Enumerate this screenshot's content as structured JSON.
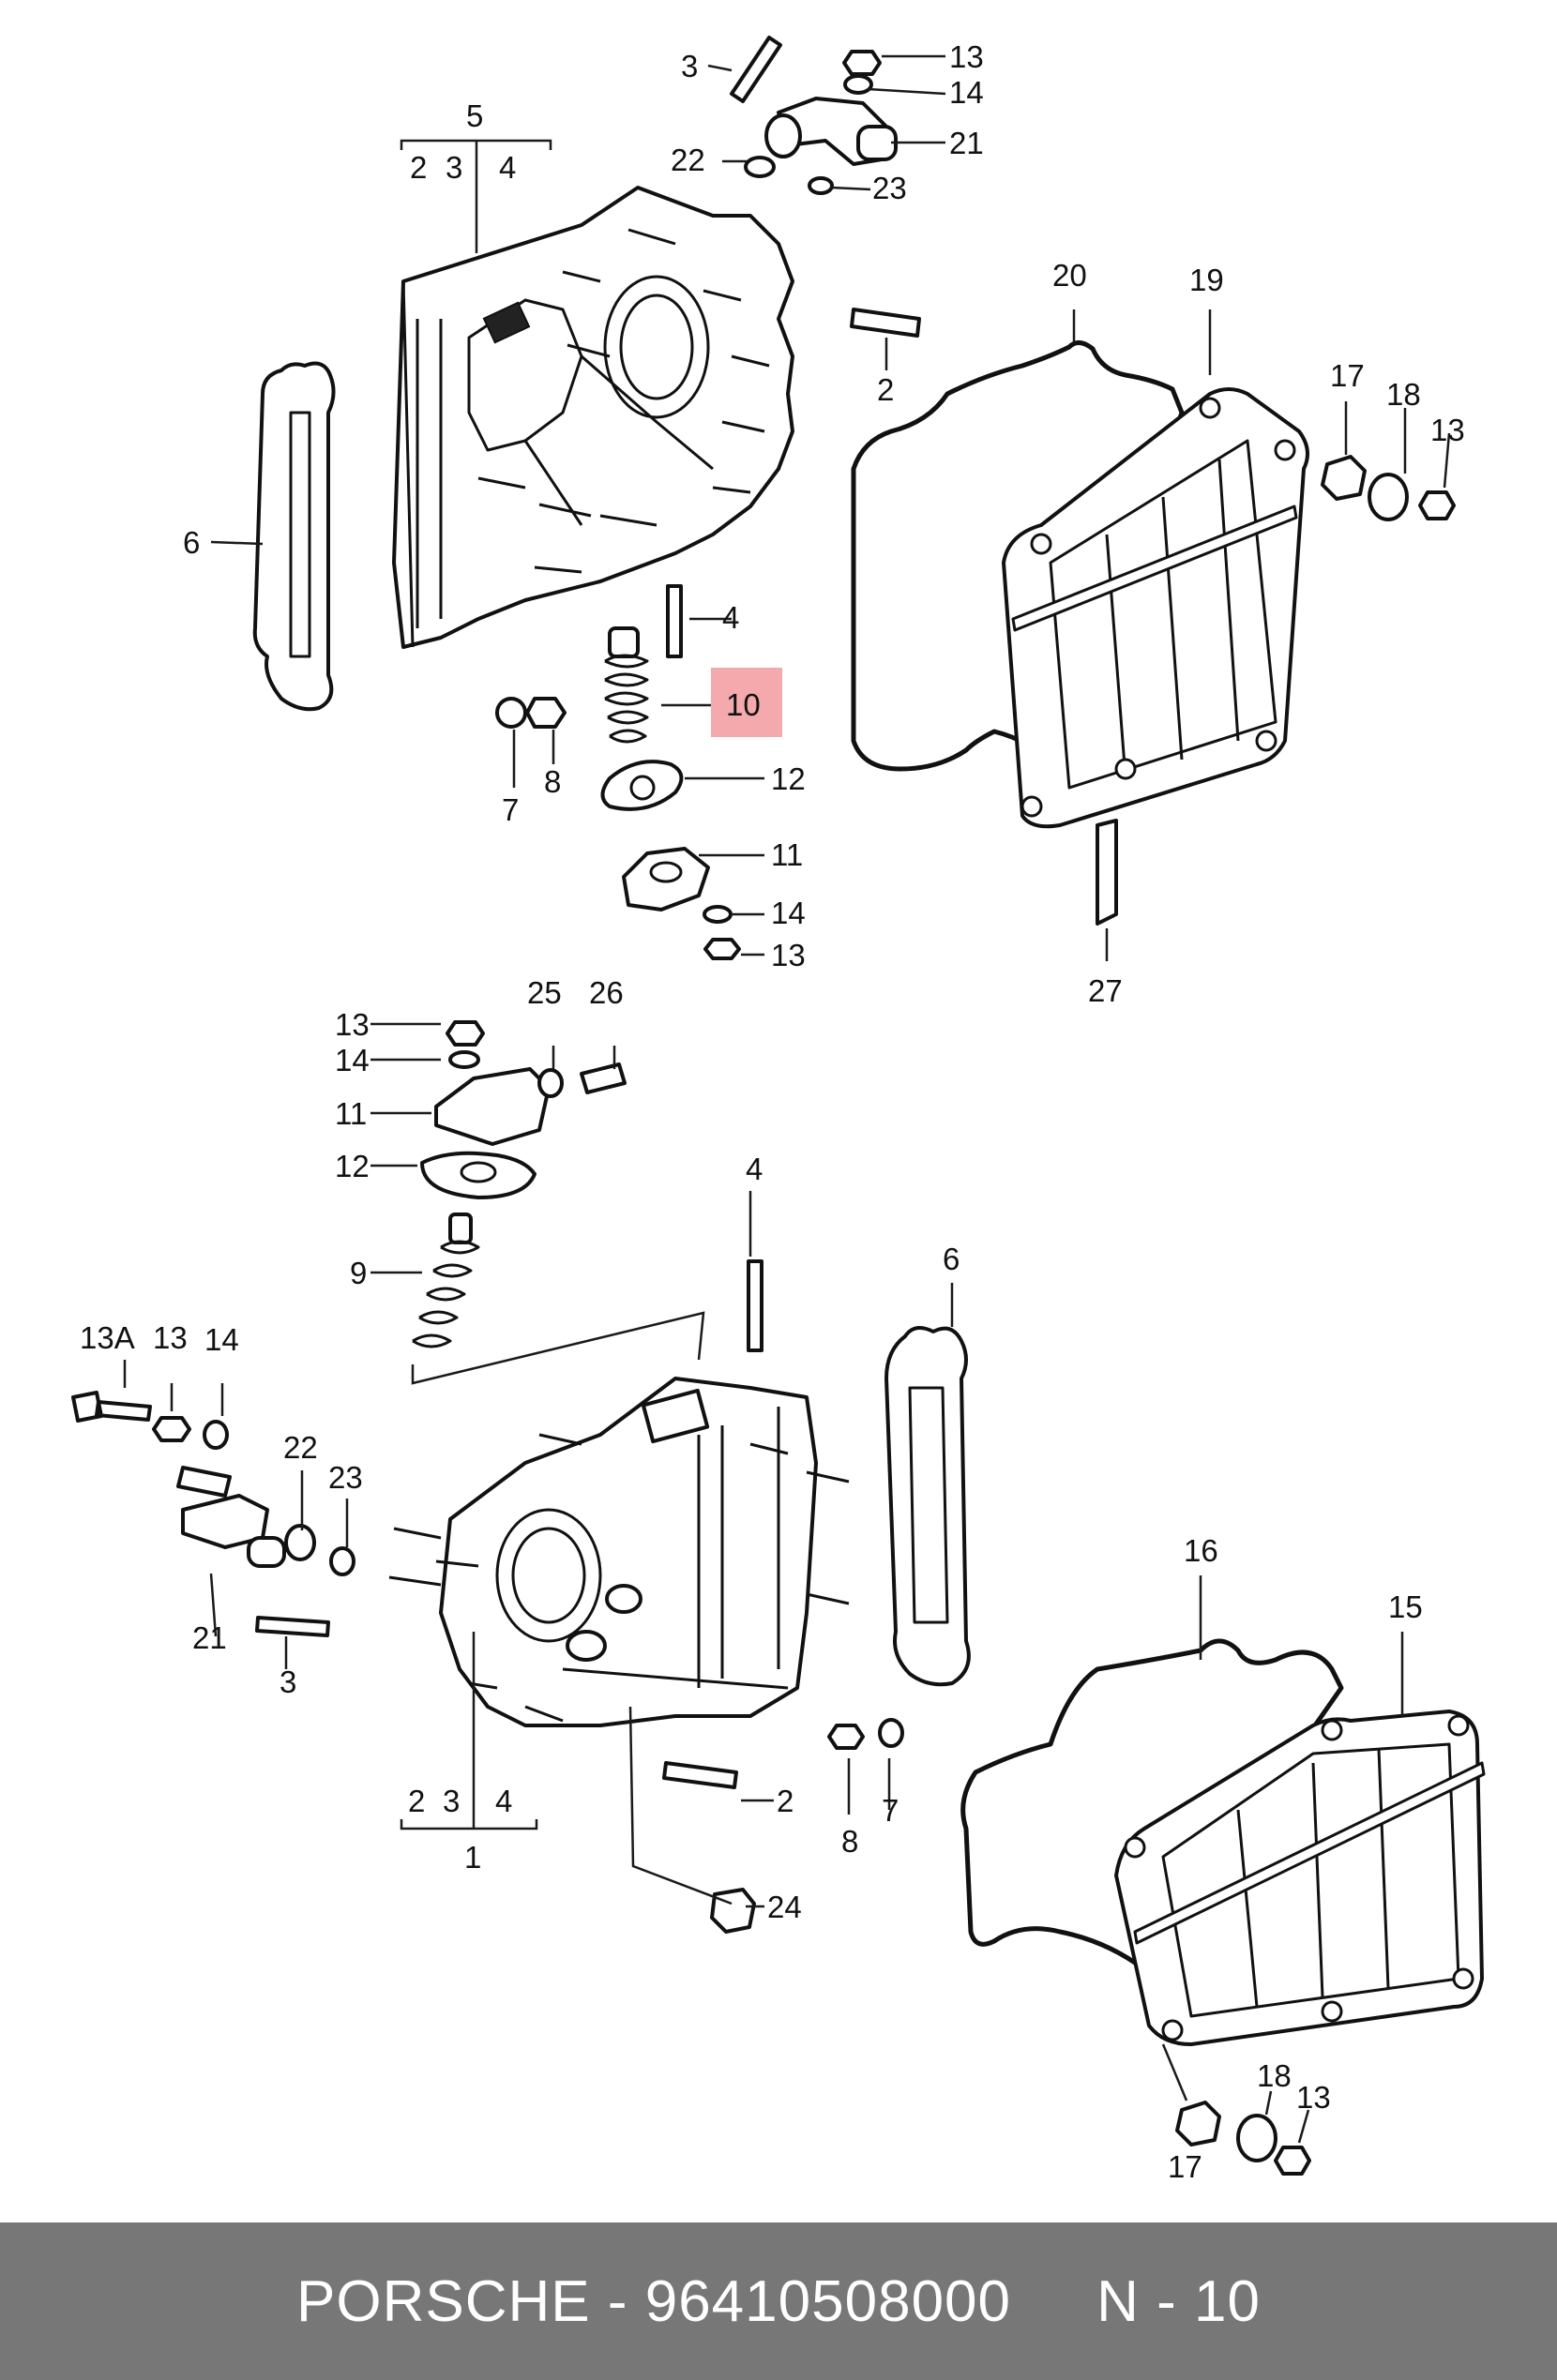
{
  "footer": {
    "brand": "PORSCHE",
    "part_number": "96410508000",
    "position": "N - 10",
    "full_text": "PORSCHE - 96410508000     N - 10"
  },
  "highlight_color": "#f4a9ad",
  "callouts": [
    "3",
    "13",
    "14",
    "21",
    "22",
    "23",
    "5",
    "2",
    "3",
    "4",
    "20",
    "19",
    "2",
    "17",
    "18",
    "13",
    "6",
    "4",
    "10",
    "7",
    "8",
    "12",
    "11",
    "14",
    "13",
    "27",
    "13",
    "25",
    "26",
    "14",
    "11",
    "12",
    "4",
    "9",
    "6",
    "13A",
    "13",
    "14",
    "22",
    "23",
    "21",
    "3",
    "16",
    "15",
    "2",
    "8",
    "7",
    "2",
    "3",
    "4",
    "1",
    "24",
    "18",
    "13",
    "17"
  ]
}
